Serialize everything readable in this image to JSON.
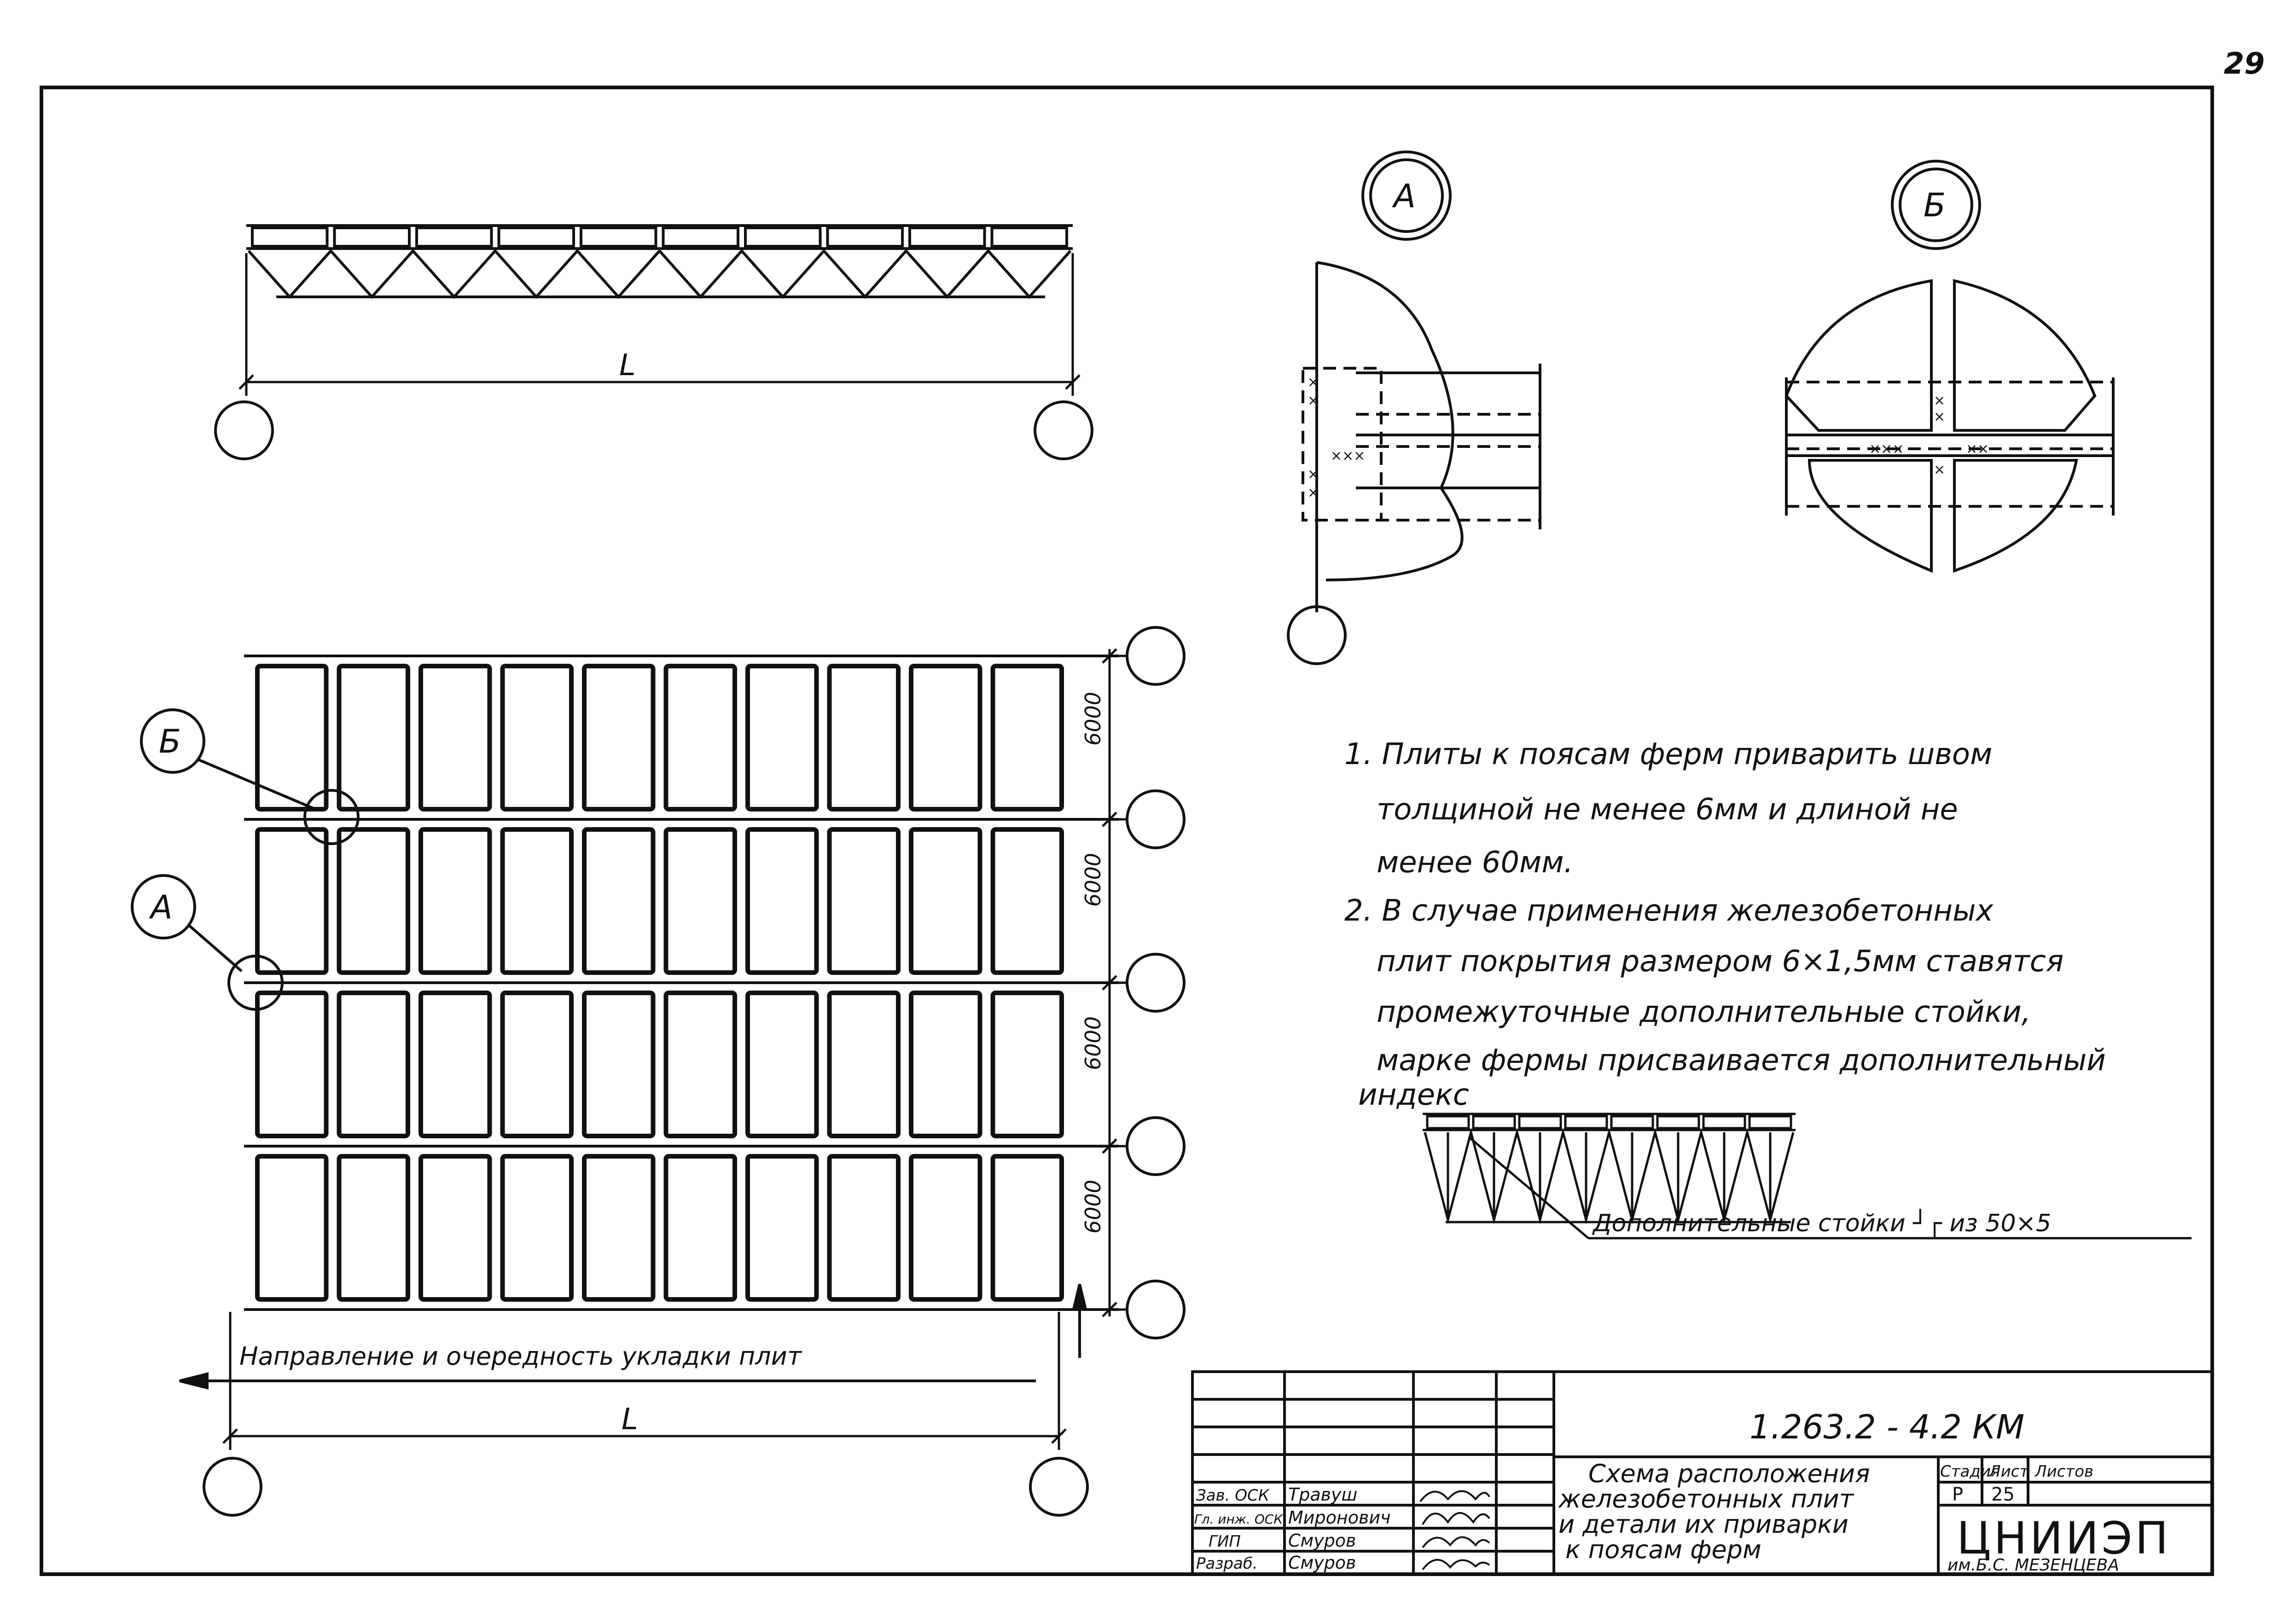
{
  "page_number": "29",
  "section_title": "",
  "callouts": {
    "a": "А",
    "b": "Б"
  },
  "elevation": {
    "span_label": "L"
  },
  "plan": {
    "bay_dims": [
      "6000",
      "6000",
      "6000",
      "6000"
    ],
    "laying_direction": "Направление и очередность укладки плит",
    "span_label": "L"
  },
  "notes": {
    "note1_line1": "1. Плиты к поясам ферм приварить швом",
    "note1_line2": "толщиной не менее 6мм и длиной не",
    "note1_line3": "менее 60мм.",
    "note2_line1": "2. В случае применения железобетонных",
    "note2_line2": "плит покрытия размером 6×1,5мм ставятся",
    "note2_line3": "промежуточные дополнительные стойки,",
    "note2_line4": "марке фермы присваивается дополнительный",
    "note2_line5": "индекс",
    "extra_posts": "Дополнительные стойки ┘┌ из 50×5"
  },
  "title_block": {
    "designation": "1.263.2 - 4.2 КМ",
    "title_line1": "Схема расположения",
    "title_line2": "железобетонных плит",
    "title_line3": "и детали их приварки",
    "title_line4": "к поясам ферм",
    "stage_header": "Стадия",
    "sheet_header": "Лист",
    "sheets_header": "Листов",
    "stage": "Р",
    "sheet": "25",
    "org": "ЦНИИЭП",
    "org_sub": "им.Б.С. МЕЗЕНЦЕВА",
    "staff": [
      {
        "role": "Зав. ОСК",
        "name": "Травуш"
      },
      {
        "role": "Гл. инж. ОСК",
        "name": "Миронович"
      },
      {
        "role": "ГИП",
        "name": "Смуров"
      },
      {
        "role": "Разраб.",
        "name": "Смуров"
      }
    ]
  },
  "colors": {
    "ink": "#111111",
    "paper": "#ffffff"
  }
}
